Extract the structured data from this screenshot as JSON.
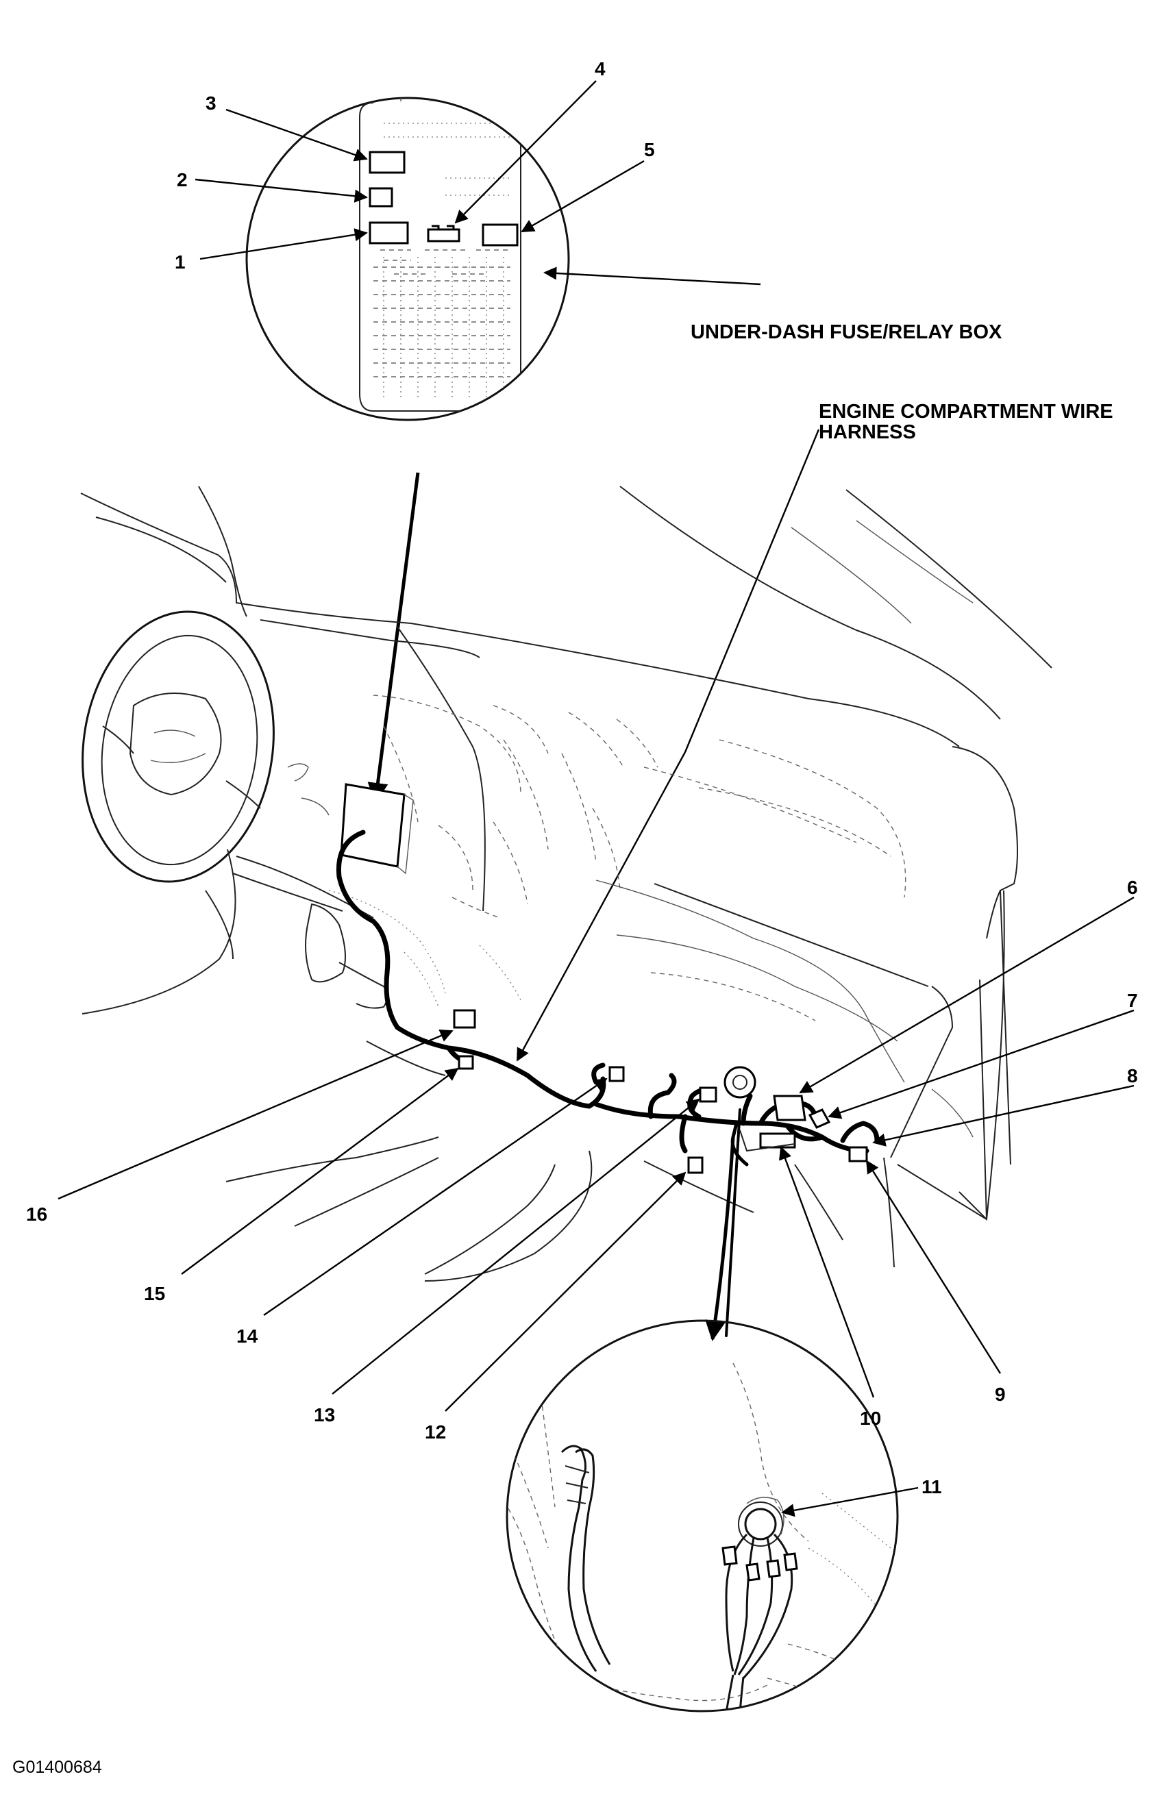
{
  "diagram": {
    "labels": {
      "under_dash_box": "UNDER-DASH FUSE/RELAY BOX",
      "harness_line1": "ENGINE COMPARTMENT WIRE",
      "harness_line2": "HARNESS",
      "figure_code": "G01400684"
    },
    "callouts": [
      "1",
      "2",
      "3",
      "4",
      "5",
      "6",
      "7",
      "8",
      "9",
      "10",
      "11",
      "12",
      "13",
      "14",
      "15",
      "16"
    ]
  }
}
